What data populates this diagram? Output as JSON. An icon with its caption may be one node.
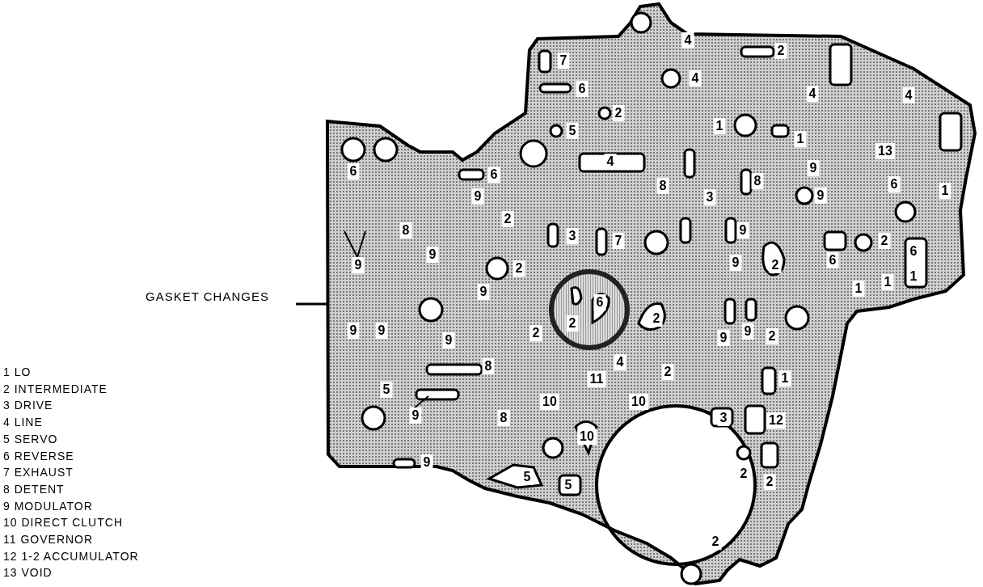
{
  "diagram": {
    "nodes": [
      {
        "text": [
          "GASKET CHANGES"
        ]
      },
      {
        "text": [],
        "shape": "circle"
      }
    ],
    "edges": [
      {
        "from": 0,
        "to": 1,
        "arrow": "none"
      }
    ],
    "labels": [
      "4",
      "2",
      "7",
      "6",
      "4",
      "4",
      "4",
      "2",
      "1",
      "5",
      "1",
      "13",
      "4",
      "6",
      "6",
      "9",
      "8",
      "8",
      "9",
      "6",
      "1",
      "9",
      "3",
      "2",
      "8",
      "3",
      "9",
      "7",
      "2",
      "9",
      "9",
      "9",
      "2",
      "6",
      "2",
      "6",
      "1",
      "9",
      "1",
      "1",
      "6",
      "2",
      "2",
      "9",
      "9",
      "9",
      "9",
      "2",
      "9",
      "2",
      "4",
      "8",
      "2",
      "11",
      "1",
      "5",
      "10",
      "10",
      "9",
      "8",
      "3",
      "12",
      "10",
      "9",
      "2",
      "2",
      "5",
      "5",
      "2",
      "1 LO",
      "2 INTERMEDIATE",
      "3 DRIVE",
      "4 LINE",
      "5 SERVO",
      "6 REVERSE",
      "7 EXHAUST",
      "8 DETENT",
      "9 MODULATOR",
      "10 DIRECT CLUTCH",
      "11 GOVERNOR",
      "12 1-2 ACCUMULATOR",
      "13 VOID"
    ]
  }
}
